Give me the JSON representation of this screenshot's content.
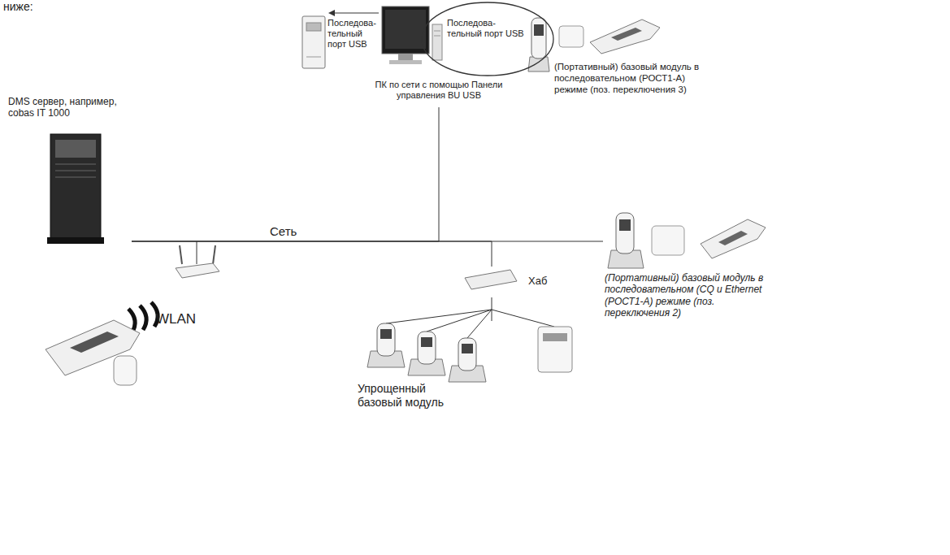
{
  "diagram": {
    "nodes": [
      {
        "text": [
          "Последова- тельный порт USB"
        ]
      },
      {
        "text": [
          "(Портативный) базовый модуль в последовательном (РОСТ1-А) режиме (поз. переключения 3)"
        ]
      },
      {
        "text": [
          "ПК по сети с помощью Панели управления BU USB"
        ]
      },
      {
        "text": [
          "DMS сервер, например, cobas IT 1000"
        ]
      },
      {
        "text": [
          "(Портативный) базовый модуль в последовательном (CQ и Ethernet (РОСТ1-А) режиме (поз. переключения 2)"
        ]
      },
      {
        "text": [
          "Хаб"
        ]
      },
      {
        "text": [
          "Упрощенный базовый модуль"
        ]
      }
    ],
    "edges": [
      {
        "from": 3,
        "to": 2,
        "arrow": "none",
        "label": "Сеть"
      },
      {
        "from": 3,
        "to": 4,
        "arrow": "none"
      },
      {
        "from": 3,
        "to": 5,
        "arrow": "none"
      },
      {
        "from": 5,
        "to": 6,
        "arrow": "none"
      }
    ],
    "labels": [
      "ниже:",
      "Последова- тельный порт USB",
      "WLAN"
    ]
  }
}
